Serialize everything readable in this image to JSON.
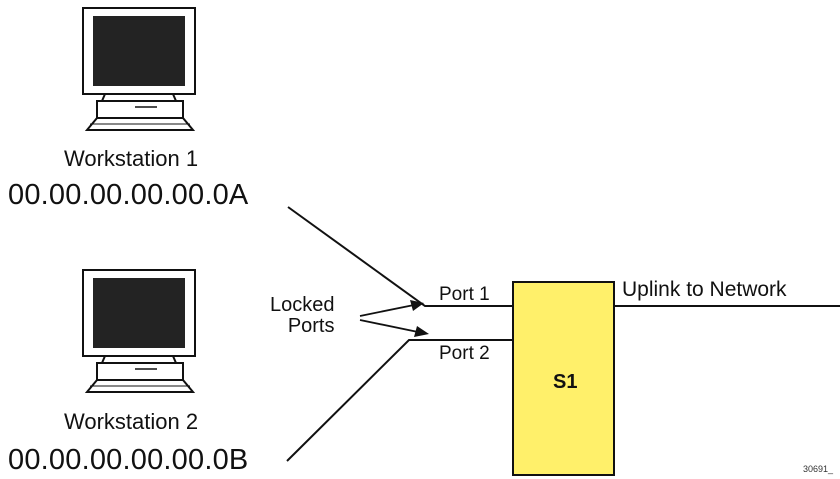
{
  "workstations": [
    {
      "name": "Workstation 1",
      "mac": "00.00.00.00.00.0A"
    },
    {
      "name": "Workstation 2",
      "mac": "00.00.00.00.00.0B"
    }
  ],
  "switch": {
    "name": "S1",
    "ports": [
      "Port 1",
      "Port 2"
    ],
    "uplink": "Uplink to Network",
    "fill_color": "#fff06a"
  },
  "locked_ports": {
    "line1": "Locked",
    "line2": "Ports"
  },
  "figure_code": "30691_"
}
